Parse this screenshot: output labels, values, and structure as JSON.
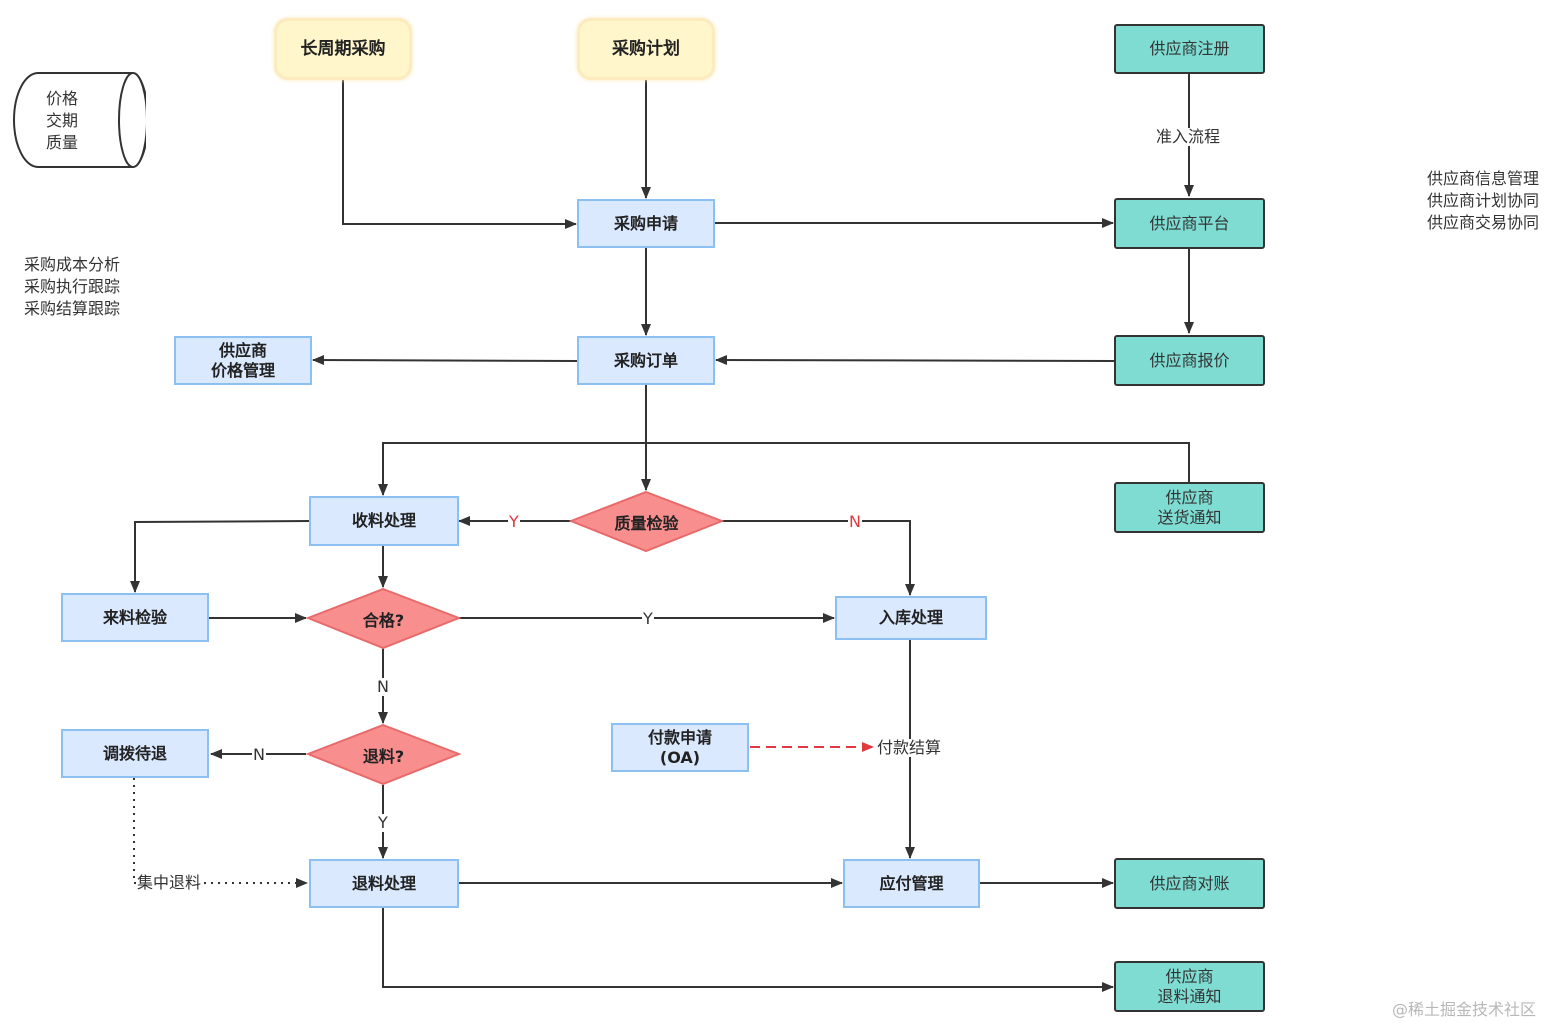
{
  "nodes": {
    "long_cycle": "长周期采购",
    "procurement_plan": "采购计划",
    "supplier_register": "供应商注册",
    "procurement_apply": "采购申请",
    "supplier_platform": "供应商平台",
    "purchase_order": "采购订单",
    "supplier_quote": "供应商报价",
    "supplier_price_l1": "供应商",
    "supplier_price_l2": "价格管理",
    "supplier_delivery_l1": "供应商",
    "supplier_delivery_l2": "送货通知",
    "receive": "收料处理",
    "quality_check": "质量检验",
    "incoming_inspect": "来料检验",
    "qualified": "合格?",
    "warehouse": "入库处理",
    "return_q": "退料?",
    "transfer_wait": "调拨待退",
    "payment_apply_l1": "付款申请",
    "payment_apply_l2": "(OA)",
    "return_process": "退料处理",
    "payable": "应付管理",
    "supplier_reconcile": "供应商对账",
    "supplier_return_l1": "供应商",
    "supplier_return_l2": "退料通知"
  },
  "cylinder": {
    "line1": "价格",
    "line2": "交期",
    "line3": "质量"
  },
  "notes": {
    "left_line1": "采购成本分析",
    "left_line2": "采购执行跟踪",
    "left_line3": "采购结算跟踪",
    "right_line1": "供应商信息管理",
    "right_line2": "供应商计划协同",
    "right_line3": "供应商交易协同"
  },
  "edge_labels": {
    "admission": "准入流程",
    "qc_yes": "Y",
    "qc_no": "N",
    "qualified_yes": "Y",
    "qualified_no": "N",
    "return_no": "N",
    "return_yes": "Y",
    "payment_settle": "付款结算",
    "central_return": "集中退料"
  },
  "watermark": "@稀土掘金技术社区",
  "colors": {
    "yellow_fill": "#fff6cc",
    "blue_fill": "#dbe9ff",
    "teal_fill": "#7fdcd3",
    "diamond_fill": "#f88e8e",
    "line": "#333333",
    "dashed_red": "#e0393e"
  }
}
